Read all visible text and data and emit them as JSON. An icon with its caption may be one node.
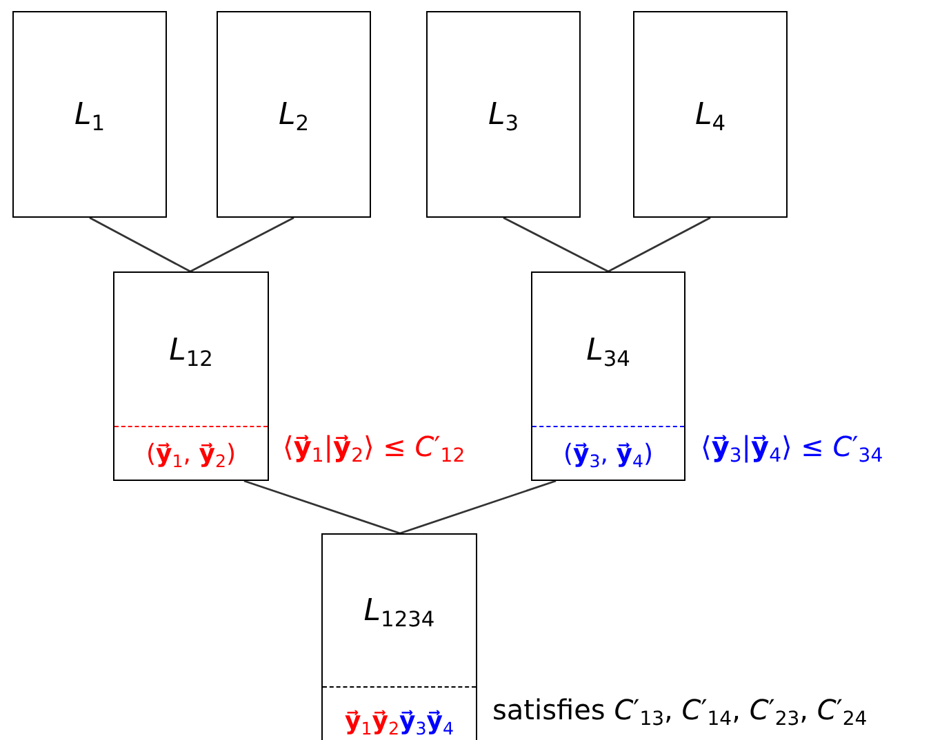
{
  "diagram": {
    "nodes": [
      {
        "text": [
          "*L*$_{1}$"
        ]
      },
      {
        "text": [
          "*L*$_{2}$"
        ]
      },
      {
        "text": [
          "*L*$_{3}$"
        ]
      },
      {
        "text": [
          "*L*$_{4}$"
        ]
      },
      {
        "text": [
          "*L*$_{12}$",
          "(**y⃗**$_{1}$, **y⃗**$_{2}$)"
        ],
        "beside": [
          "⟨**y⃗**$_{1}$|**y⃗**$_{2}$⟩ ≤ *C*′$_{12}$"
        ]
      },
      {
        "text": [
          "*L*$_{34}$",
          "(**y⃗**$_{3}$, **y⃗**$_{4}$)"
        ],
        "beside": [
          "⟨**y⃗**$_{3}$|**y⃗**$_{4}$⟩ ≤ *C*′$_{34}$"
        ]
      },
      {
        "text": [
          "*L*$_{1234}$",
          "**y⃗**$_{1}$**y⃗**$_{2}$",
          "**y⃗**$_{3}$**y⃗**$_{4}$"
        ],
        "beside": [
          "satisfies *C*′$_{13}$, *C*′$_{14}$, *C*′$_{23}$, *C*′$_{24}$"
        ]
      }
    ],
    "edges": [
      {
        "from": 0,
        "to": 4,
        "arrow": "none"
      },
      {
        "from": 1,
        "to": 4,
        "arrow": "none"
      },
      {
        "from": 2,
        "to": 5,
        "arrow": "none"
      },
      {
        "from": 3,
        "to": 5,
        "arrow": "none"
      },
      {
        "from": 4,
        "to": 6,
        "arrow": "none"
      },
      {
        "from": 5,
        "to": 6,
        "arrow": "none"
      }
    ]
  }
}
